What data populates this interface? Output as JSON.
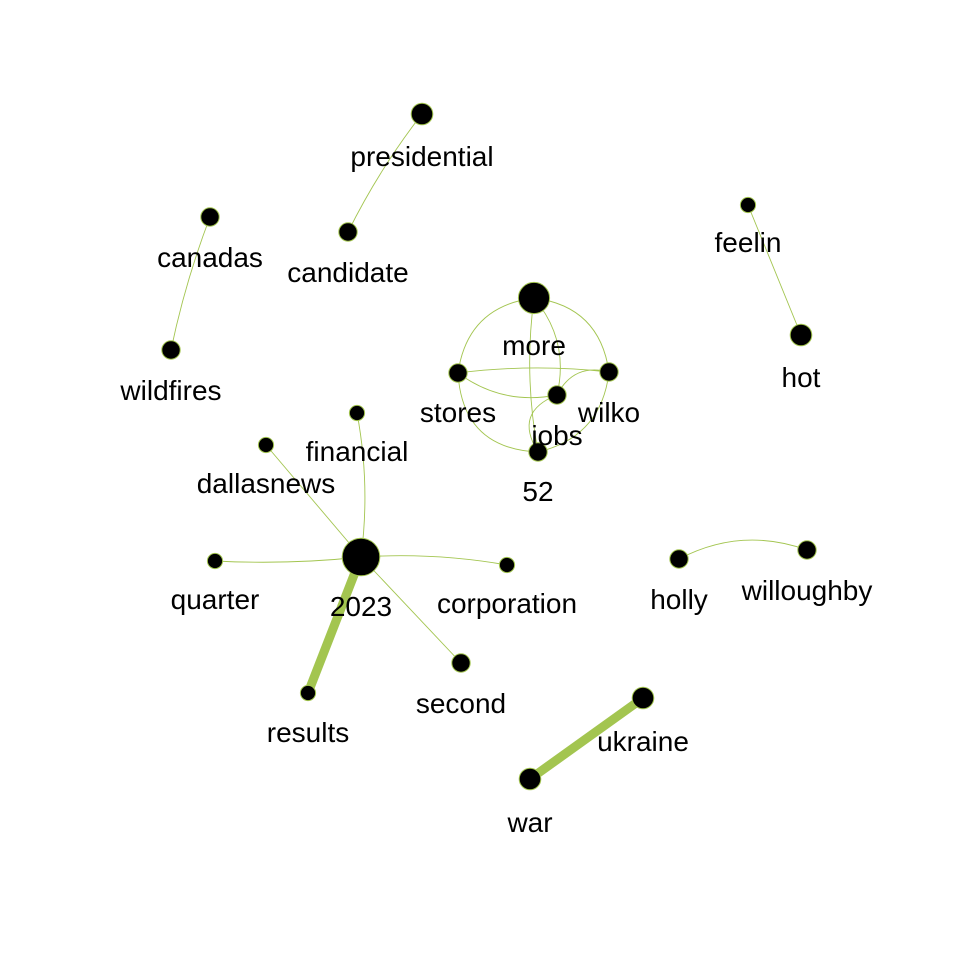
{
  "chart_data": {
    "type": "network",
    "edge_color": "#a3c550",
    "node_color": "#000000",
    "nodes": [
      {
        "id": "presidential",
        "label": "presidential",
        "size": 3
      },
      {
        "id": "candidate",
        "label": "candidate",
        "size": 2
      },
      {
        "id": "canadas",
        "label": "canadas",
        "size": 2
      },
      {
        "id": "wildfires",
        "label": "wildfires",
        "size": 2
      },
      {
        "id": "feelin",
        "label": "feelin",
        "size": 1
      },
      {
        "id": "hot",
        "label": "hot",
        "size": 3
      },
      {
        "id": "more",
        "label": "more",
        "size": 6
      },
      {
        "id": "stores",
        "label": "stores",
        "size": 2
      },
      {
        "id": "wilko",
        "label": "wilko",
        "size": 2
      },
      {
        "id": "jobs",
        "label": "jobs",
        "size": 2
      },
      {
        "id": "52",
        "label": "52",
        "size": 2
      },
      {
        "id": "financial",
        "label": "financial",
        "size": 1
      },
      {
        "id": "dallasnews",
        "label": "dallasnews",
        "size": 1
      },
      {
        "id": "2023",
        "label": "2023",
        "size": 8
      },
      {
        "id": "quarter",
        "label": "quarter",
        "size": 1
      },
      {
        "id": "corporation",
        "label": "corporation",
        "size": 1
      },
      {
        "id": "results",
        "label": "results",
        "size": 1
      },
      {
        "id": "second",
        "label": "second",
        "size": 2
      },
      {
        "id": "holly",
        "label": "holly",
        "size": 2
      },
      {
        "id": "willoughby",
        "label": "willoughby",
        "size": 2
      },
      {
        "id": "ukraine",
        "label": "ukraine",
        "size": 3
      },
      {
        "id": "war",
        "label": "war",
        "size": 3
      }
    ],
    "edges": [
      {
        "source": "presidential",
        "target": "candidate",
        "weight": 1
      },
      {
        "source": "canadas",
        "target": "wildfires",
        "weight": 1
      },
      {
        "source": "feelin",
        "target": "hot",
        "weight": 1
      },
      {
        "source": "more",
        "target": "stores",
        "weight": 1
      },
      {
        "source": "more",
        "target": "wilko",
        "weight": 1
      },
      {
        "source": "more",
        "target": "jobs",
        "weight": 1
      },
      {
        "source": "more",
        "target": "52",
        "weight": 1
      },
      {
        "source": "stores",
        "target": "wilko",
        "weight": 1
      },
      {
        "source": "stores",
        "target": "jobs",
        "weight": 1
      },
      {
        "source": "stores",
        "target": "52",
        "weight": 1
      },
      {
        "source": "wilko",
        "target": "jobs",
        "weight": 1
      },
      {
        "source": "wilko",
        "target": "52",
        "weight": 1
      },
      {
        "source": "jobs",
        "target": "52",
        "weight": 1
      },
      {
        "source": "financial",
        "target": "2023",
        "weight": 1
      },
      {
        "source": "dallasnews",
        "target": "2023",
        "weight": 1
      },
      {
        "source": "quarter",
        "target": "2023",
        "weight": 1
      },
      {
        "source": "corporation",
        "target": "2023",
        "weight": 1
      },
      {
        "source": "second",
        "target": "2023",
        "weight": 1
      },
      {
        "source": "results",
        "target": "2023",
        "weight": 10
      },
      {
        "source": "holly",
        "target": "willoughby",
        "weight": 1
      },
      {
        "source": "ukraine",
        "target": "war",
        "weight": 10
      }
    ]
  }
}
